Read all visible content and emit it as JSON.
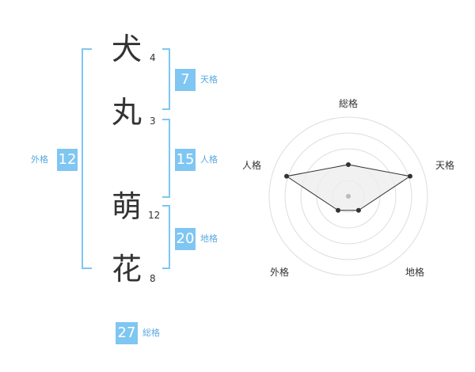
{
  "name": {
    "chars": [
      {
        "char": "犬",
        "strokes": "4"
      },
      {
        "char": "丸",
        "strokes": "3"
      },
      {
        "char": "萌",
        "strokes": "12"
      },
      {
        "char": "花",
        "strokes": "8"
      }
    ]
  },
  "kaku": {
    "tenkaku": {
      "value": "7",
      "label": "天格"
    },
    "jinkaku": {
      "value": "15",
      "label": "人格"
    },
    "chikaku": {
      "value": "20",
      "label": "地格"
    },
    "gaikaku": {
      "value": "12",
      "label": "外格"
    },
    "soukaku": {
      "value": "27",
      "label": "総格"
    }
  },
  "radar": {
    "labels": {
      "top": "総格",
      "right": "天格",
      "bottom_right": "地格",
      "bottom_left": "外格",
      "left": "人格"
    },
    "values": {
      "soukaku": 0.4,
      "tenkaku": 0.82,
      "chikaku": 0.22,
      "gaikaku": 0.22,
      "jinkaku": 0.82
    },
    "colors": {
      "ring": "#dddddd",
      "fill": "#eeeeee",
      "line": "#333333",
      "point": "#333333",
      "center": "#bbbbbb"
    }
  }
}
